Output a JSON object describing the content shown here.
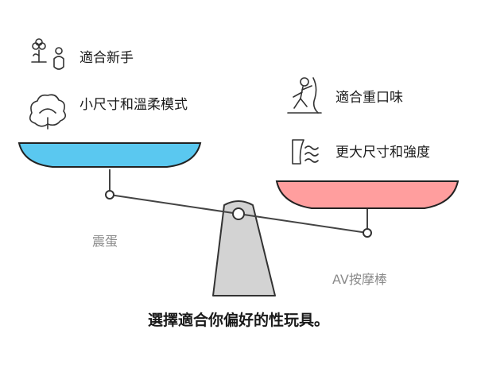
{
  "title": "選擇適合你偏好的性玩具。",
  "left": {
    "name": "震蛋",
    "color": "#5AC8F0",
    "features": [
      {
        "icon": "beginner-icon",
        "text": "適合新手"
      },
      {
        "icon": "soft-cloud-icon",
        "text": "小尺寸和溫柔模式"
      }
    ]
  },
  "right": {
    "name": "AV按摩棒",
    "color": "#FF9E9E",
    "features": [
      {
        "icon": "climbing-figure-icon",
        "text": "適合重口味"
      },
      {
        "icon": "waves-icon",
        "text": "更大尺寸和強度"
      }
    ]
  }
}
